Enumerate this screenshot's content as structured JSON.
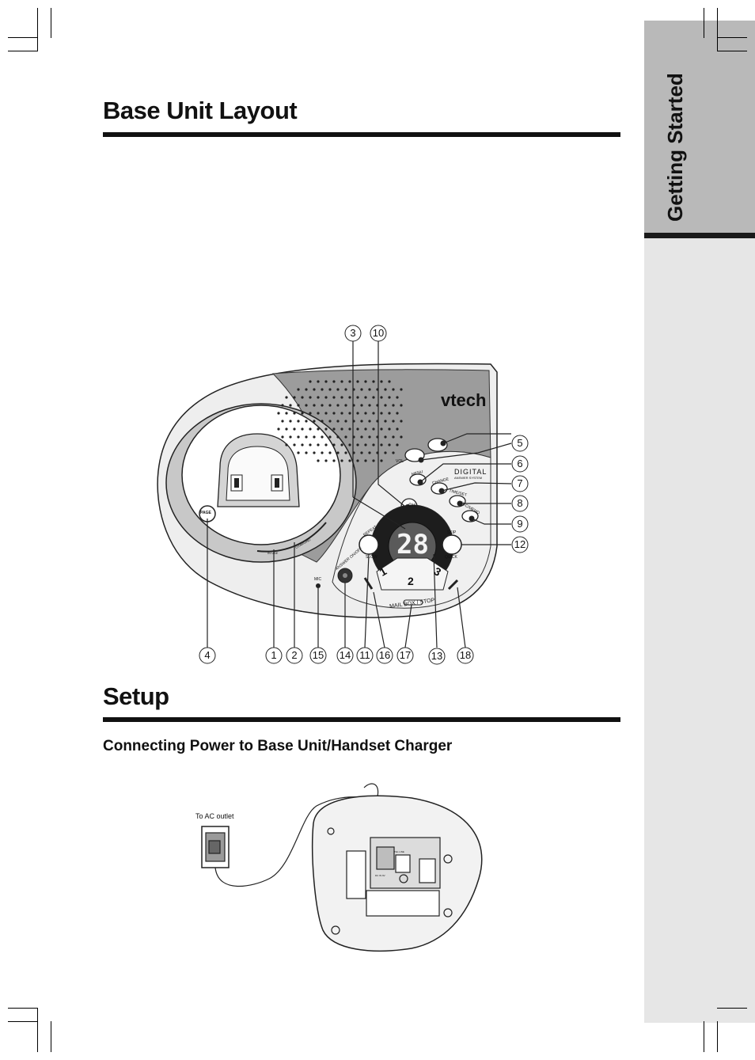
{
  "tab": {
    "label": "Getting Started"
  },
  "section1": {
    "title": "Base Unit Layout"
  },
  "section2": {
    "title": "Setup",
    "subtitle": "Connecting Power to Base Unit/Handset Charger"
  },
  "device": {
    "brand": "vtech",
    "display": "28",
    "logo_line1": "DIGITAL",
    "logo_line2": "ANSWER SYSTEM",
    "key_page": "PAGE",
    "key_menu": "MENU",
    "key_change": "CHANGE",
    "key_time_set": "TIME/SET",
    "key_rec_memo": "REC/MEMO",
    "key_skip": "SKIP",
    "key_quick": "QUICK",
    "key_repeat": "REPEAT",
    "key_slow": "SLOW",
    "key_answer": "ANSWER ON/OFF",
    "key_vol": "VOL",
    "key_mic": "MIC",
    "key_mailbox": "MAIL BOX / STOP",
    "mailbox_1": "1",
    "mailbox_2": "2",
    "mailbox_3": "3",
    "label_in_use": "IN USE",
    "label_charging": "CHARGING",
    "label_ch": "CH"
  },
  "callouts_top": [
    "3",
    "10"
  ],
  "callouts_right": [
    "5",
    "6",
    "7",
    "8",
    "9",
    "12"
  ],
  "callouts_bottom": [
    "4",
    "1",
    "2",
    "15",
    "14",
    "11",
    "16",
    "17",
    "13",
    "18"
  ],
  "setup_figure": {
    "ac_label": "To AC outlet",
    "jack_dc": "DC IN 9V",
    "jack_tel": "TEL LINE"
  }
}
